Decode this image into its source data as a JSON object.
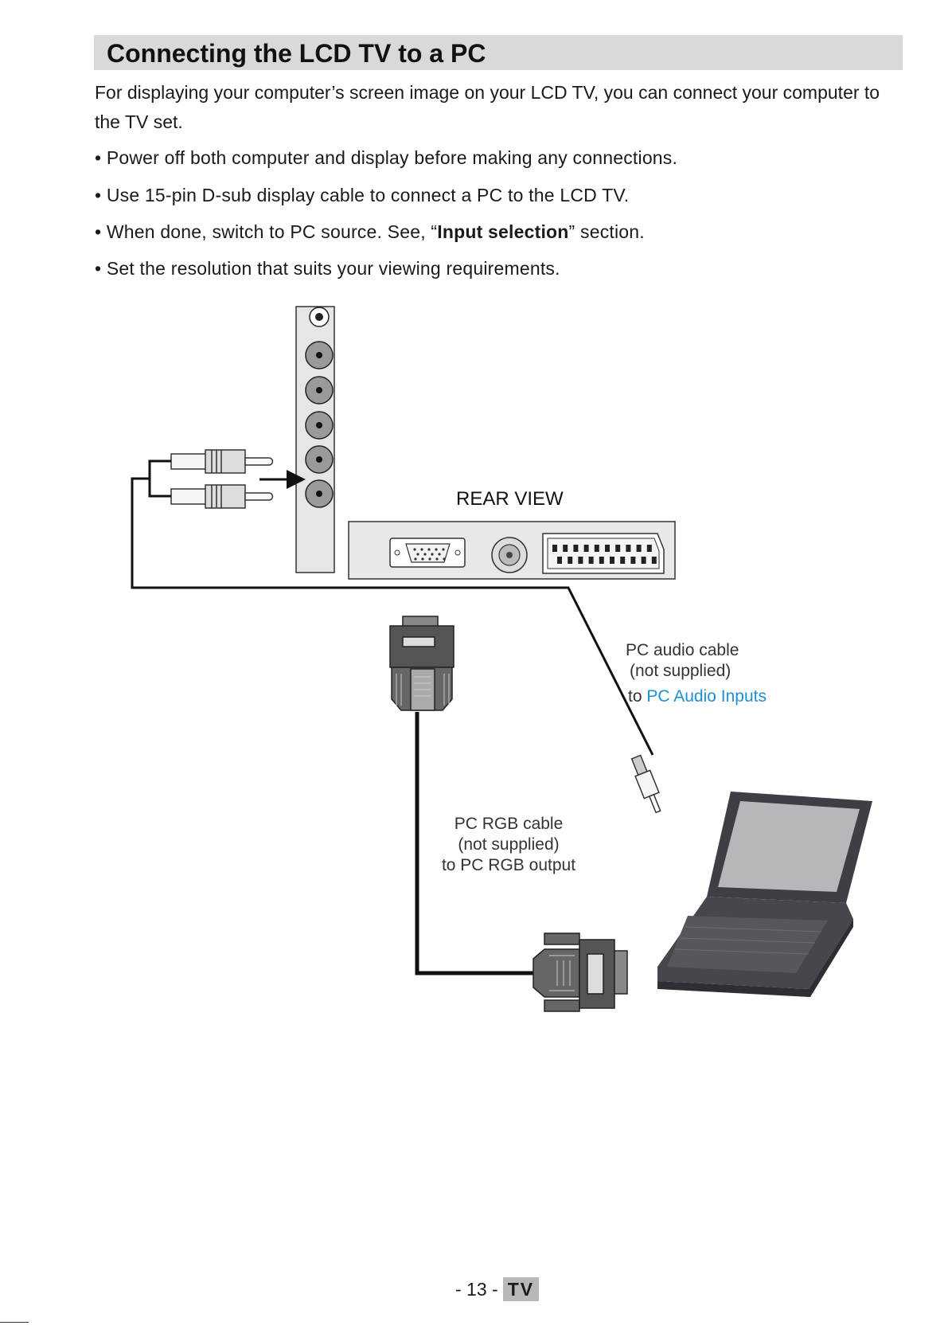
{
  "heading": "Connecting the LCD TV to a PC",
  "intro": "For displaying your computer’s screen image on your LCD TV, you can connect your computer to the TV set.",
  "bullets": {
    "b1": "• Power off both computer and display before making any connections.",
    "b2": "• Use 15-pin D-sub display cable to connect a PC to the LCD TV.",
    "b3_pre": "• When done, switch to PC source. See, “",
    "b3_bold": "Input selection",
    "b3_post": "” section.",
    "b4": "• Set the resolution that suits your viewing requirements."
  },
  "diagram": {
    "rear_view": "REAR VIEW",
    "audio_line1": "PC audio cable",
    "audio_line2": "(not supplied)",
    "audio_line3_prefix": "to ",
    "audio_line3_link": "PC Audio Inputs",
    "rgb_line1": "PC RGB cable",
    "rgb_line2": "(not supplied)",
    "rgb_line3": "to PC RGB output",
    "link_color": "#1e90d6",
    "icons": [
      "av-jack-panel-icon",
      "rca-plug-icon",
      "vga-port-icon",
      "antenna-port-icon",
      "scart-port-icon",
      "vga-plug-icon",
      "audio-jack-plug-icon",
      "laptop-icon"
    ]
  },
  "footer": {
    "page": "- 13 -",
    "badge": "TV"
  }
}
